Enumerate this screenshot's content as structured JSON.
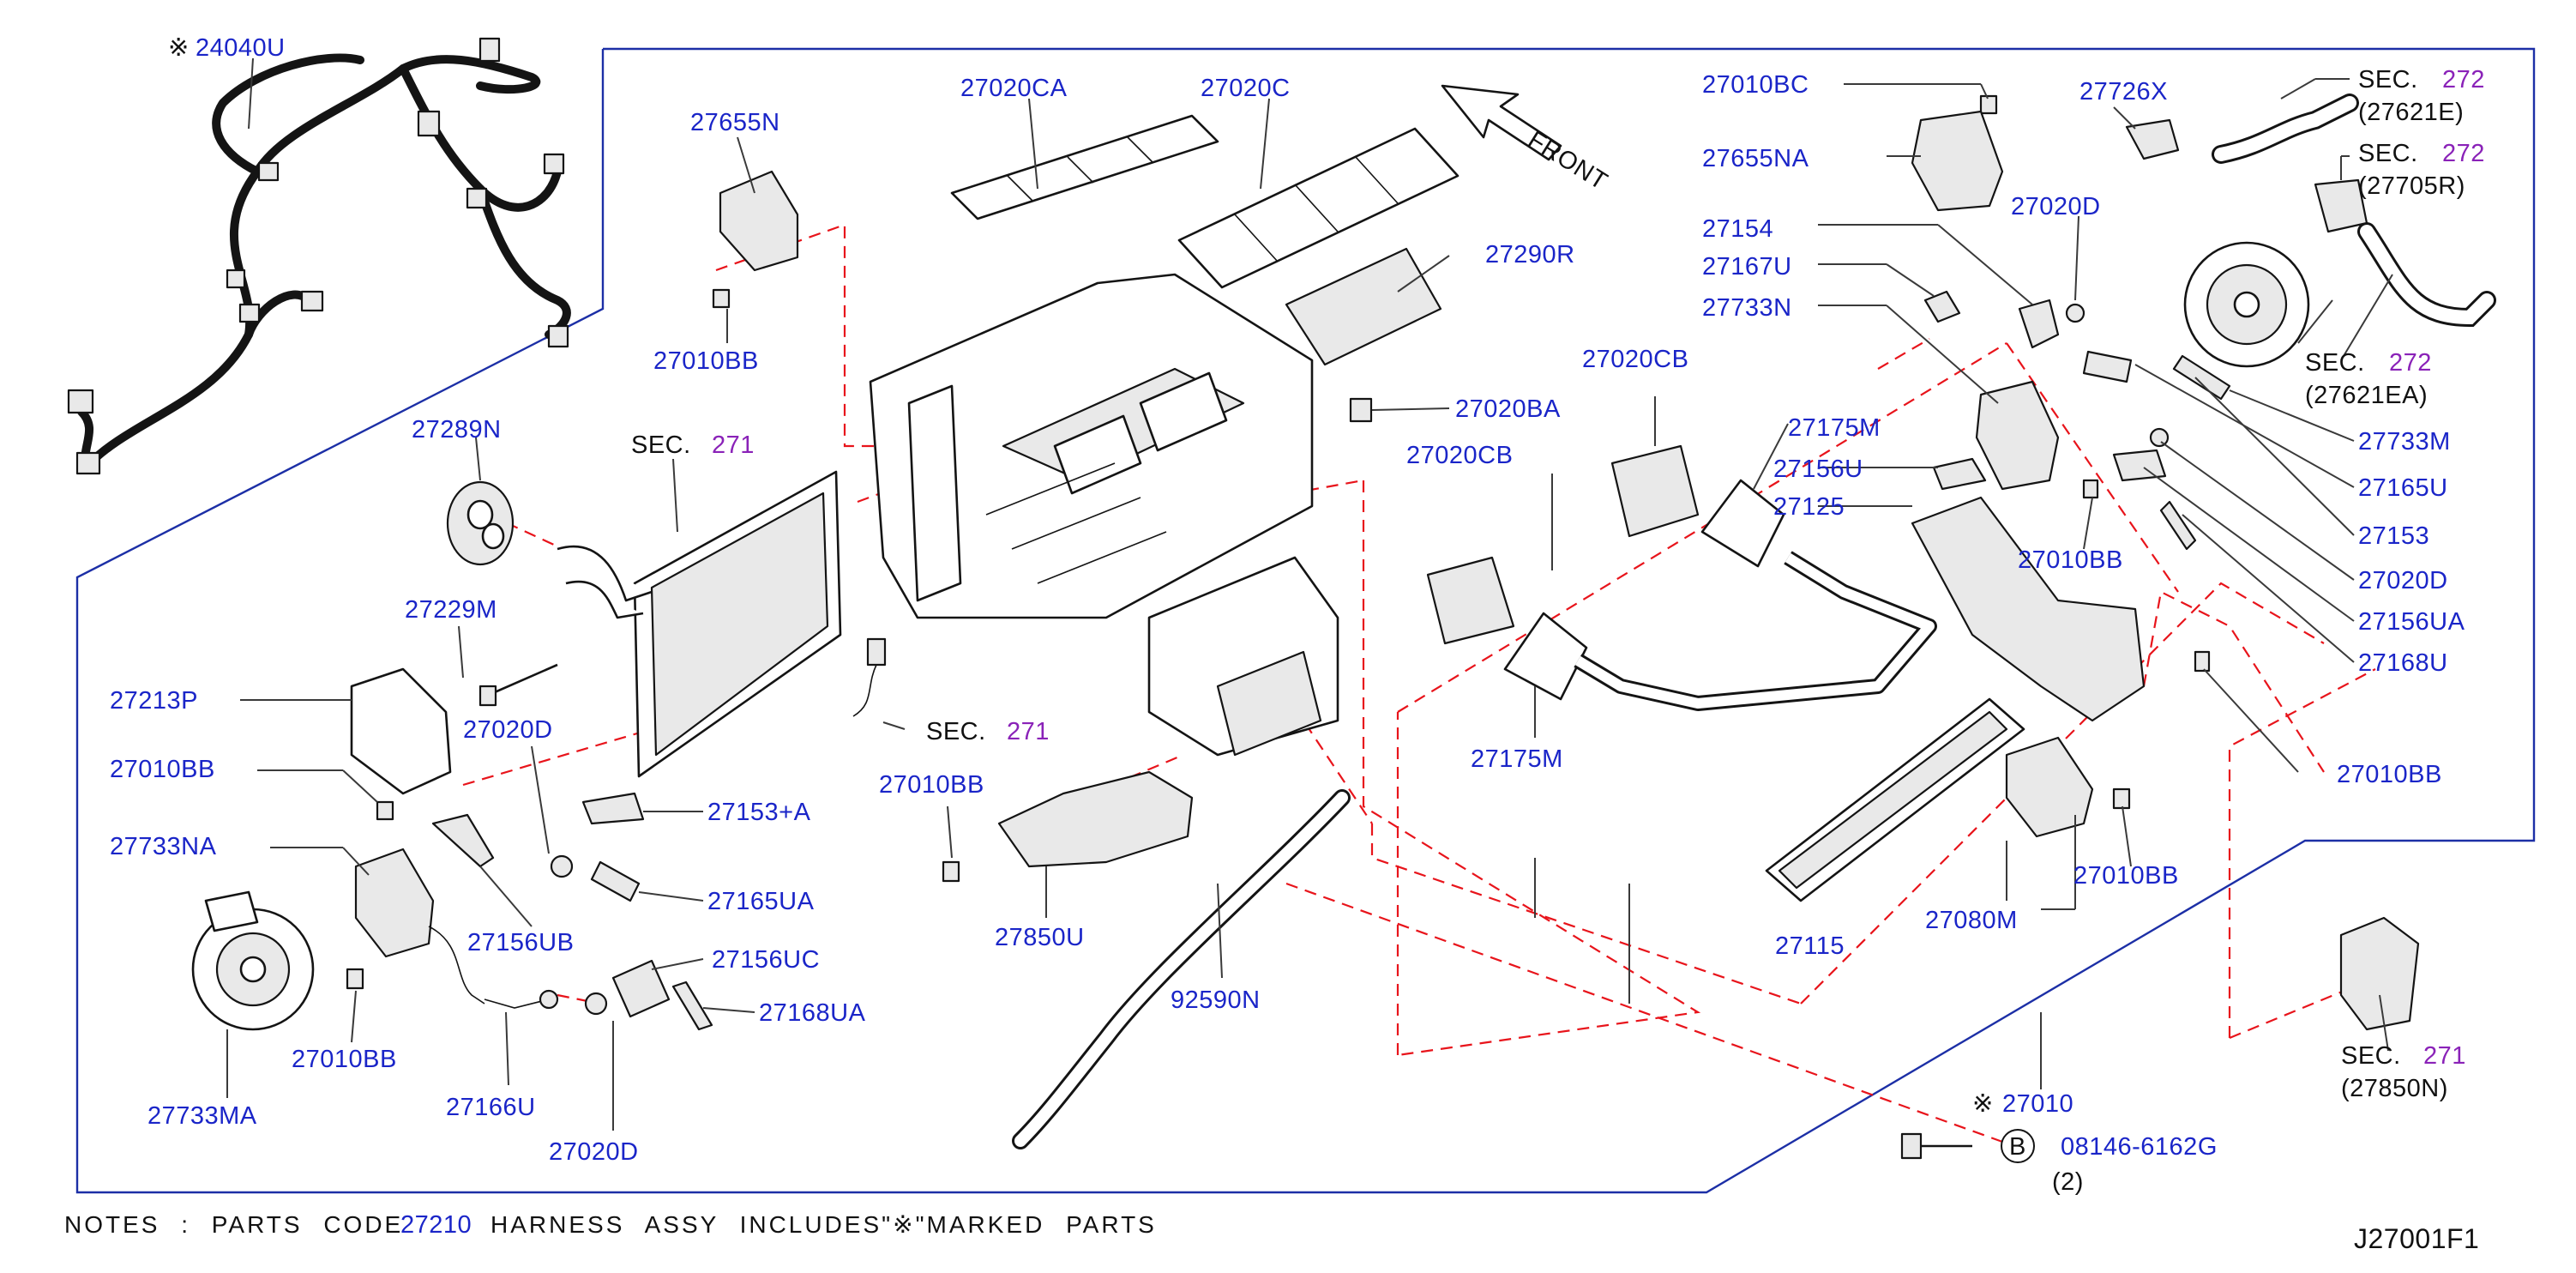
{
  "diagram_id": "J27001F1",
  "colors": {
    "part_label": "#1a25c8",
    "section_ref": "#8a22b8",
    "text": "#111111",
    "frame": "#1c2fa6",
    "dashed_guide": "#e8141b"
  },
  "labels": {
    "l24040U": "24040U",
    "l27655N": "27655N",
    "l27010BB_a": "27010BB",
    "l27020CA": "27020CA",
    "l27020C": "27020C",
    "front": "FRONT",
    "l27010BC": "27010BC",
    "l27655NA": "27655NA",
    "l27726X": "27726X",
    "l27290R": "27290R",
    "l27154": "27154",
    "l27020D_a": "27020D",
    "l27167U": "27167U",
    "l27733N": "27733N",
    "l27733M": "27733M",
    "l27165U": "27165U",
    "l27153": "27153",
    "l27020D_b": "27020D",
    "l27156UA": "27156UA",
    "l27168U": "27168U",
    "l27020CB_a": "27020CB",
    "l27020BA": "27020BA",
    "l27020CB_b": "27020CB",
    "l27175M_a": "27175M",
    "l27156U": "27156U",
    "l27125": "27125",
    "l27010BB_b": "27010BB",
    "l27289N": "27289N",
    "l27229M": "27229M",
    "l27213P": "27213P",
    "l27020D_c": "27020D",
    "l27010BB_c": "27010BB",
    "l27733NA": "27733NA",
    "l27156UB": "27156UB",
    "l27153A": "27153+A",
    "l27165UA": "27165UA",
    "l27156UC": "27156UC",
    "l27168UA": "27168UA",
    "l27733MA": "27733MA",
    "l27010BB_d": "27010BB",
    "l27166U": "27166U",
    "l27020D_d": "27020D",
    "l27175M_b": "27175M",
    "l27010BB_e": "27010BB",
    "l27850U": "27850U",
    "l92590N": "92590N",
    "l27010BB_f": "27010BB",
    "l27080M": "27080M",
    "l27010BB_g": "27010BB",
    "l27115": "27115",
    "l27010": "27010",
    "bolt_code": "08146-6162G",
    "bolt_qty": "(2)",
    "bolt_circle": "B",
    "marker": "※"
  },
  "section_refs": [
    {
      "prefix": "SEC.",
      "number": "271",
      "part": ""
    },
    {
      "prefix": "SEC.",
      "number": "271",
      "part": ""
    },
    {
      "prefix": "SEC.",
      "number": "272",
      "part": "(27621E)"
    },
    {
      "prefix": "SEC.",
      "number": "272",
      "part": "(27705R)"
    },
    {
      "prefix": "SEC.",
      "number": "272",
      "part": "(27621EA)"
    },
    {
      "prefix": "SEC.",
      "number": "271",
      "part": "(27850N)"
    }
  ],
  "notes": {
    "prefix": "NOTES : PARTS CODE",
    "code": "27210",
    "suffix": "HARNESS ASSY INCLUDES\"※\"MARKED PARTS"
  }
}
